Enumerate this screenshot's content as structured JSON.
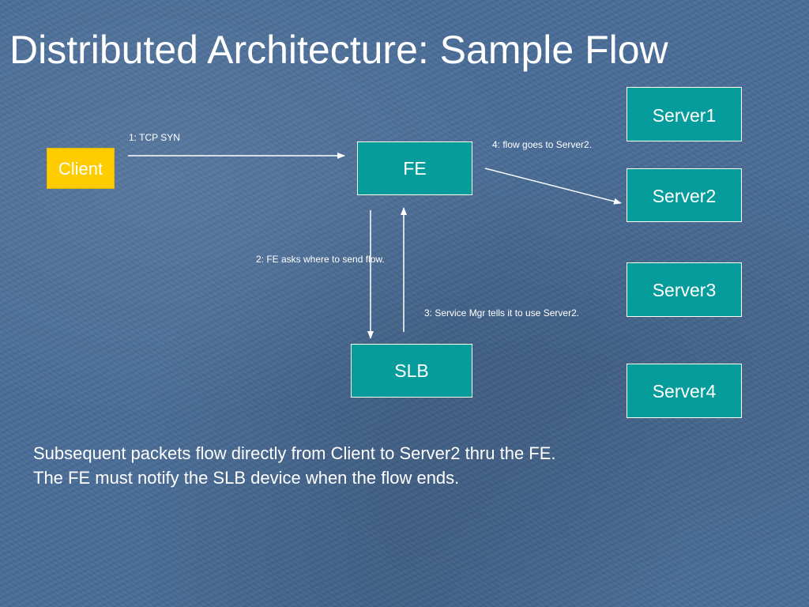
{
  "slide": {
    "title": "Distributed Architecture: Sample Flow",
    "background_color": "#4a6d98"
  },
  "nodes": {
    "client": "Client",
    "fe": "FE",
    "slb": "SLB",
    "server1": "Server1",
    "server2": "Server2",
    "server3": "Server3",
    "server4": "Server4"
  },
  "colors": {
    "node_fill": "#079c9c",
    "client_fill": "#ffcc00",
    "text": "#ffffff"
  },
  "steps": {
    "step1": "1: TCP SYN",
    "step2": "2: FE asks where to send flow.",
    "step3": "3: Service Mgr tells it to use Server2.",
    "step4": "4: flow goes to Server2."
  },
  "notes": {
    "line1": "Subsequent packets flow directly from Client to Server2 thru the FE.",
    "line2": "The FE must notify the SLB device when the flow ends."
  }
}
